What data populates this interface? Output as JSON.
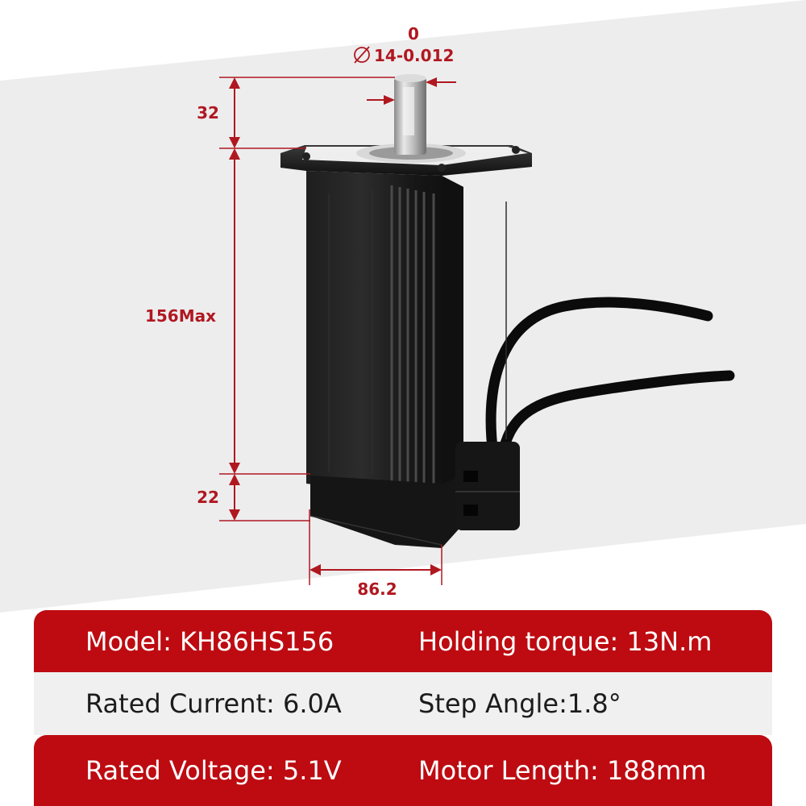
{
  "dimensions": {
    "shaft_tolerance_upper": "0",
    "shaft_diameter": "14-0.012",
    "shaft_length": "32",
    "body_length": "156Max",
    "rear_length": "22",
    "flange_width": "86.2"
  },
  "specs": {
    "model": "Model: KH86HS156",
    "holding_torque": "Holding torque: 13N.m",
    "rated_current": "Rated Current: 6.0A",
    "step_angle": "Step Angle:1.8°",
    "rated_voltage": "Rated Voltage: 5.1V",
    "motor_length": "Motor Length: 188mm"
  },
  "colors": {
    "accent_red": "#bd0b11",
    "dimension_red": "#b01820",
    "band_light": "#f0f0f1"
  },
  "icons": [
    "diameter-icon"
  ]
}
